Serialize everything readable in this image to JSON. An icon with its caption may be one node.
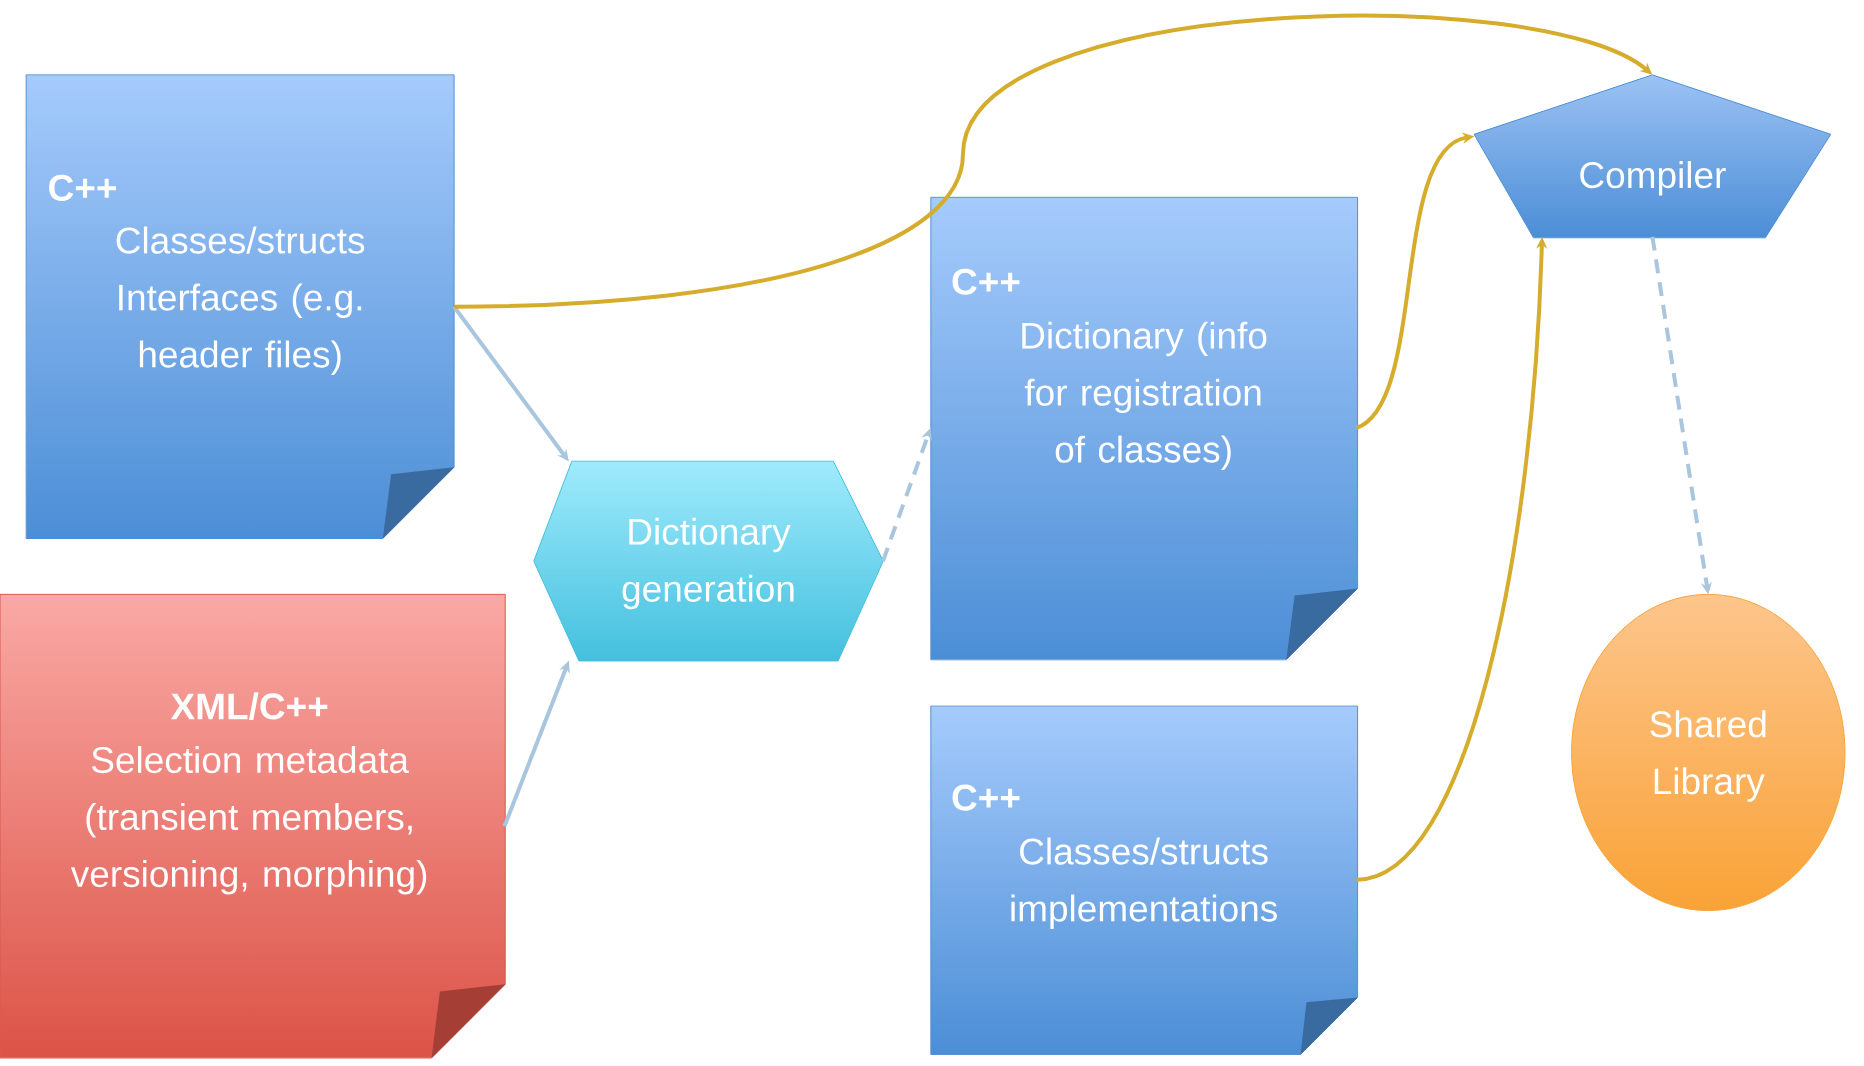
{
  "diagram": {
    "nodes": [
      {
        "text": [
          "**C++**",
          "Classes/structs Interfaces (e.g. header files)"
        ]
      },
      {
        "text": [
          "**XML/C++**",
          "Selection metadata (transient members, versioning, morphing)"
        ]
      },
      {
        "text": [
          "Dictionary generation"
        ]
      },
      {
        "text": [
          "**C++**",
          "Dictionary (info for registration of classes)"
        ]
      },
      {
        "text": [
          "**C++**",
          "Classes/structs implementations"
        ]
      },
      {
        "text": [
          "Compiler"
        ]
      },
      {
        "text": [
          "Shared Library"
        ]
      }
    ],
    "edges": [
      {
        "from": 0,
        "to": 2,
        "arrow": "to"
      },
      {
        "from": 1,
        "to": 2,
        "arrow": "to"
      },
      {
        "from": 2,
        "to": 3,
        "arrow": "to",
        "style": "dashed"
      },
      {
        "from": 0,
        "to": 5,
        "arrow": "to",
        "color": "#d6ac2c"
      },
      {
        "from": 3,
        "to": 5,
        "arrow": "to",
        "color": "#d6ac2c"
      },
      {
        "from": 4,
        "to": 5,
        "arrow": "to",
        "color": "#d6ac2c"
      },
      {
        "from": 5,
        "to": 6,
        "arrow": "to",
        "style": "dashed"
      }
    ]
  }
}
